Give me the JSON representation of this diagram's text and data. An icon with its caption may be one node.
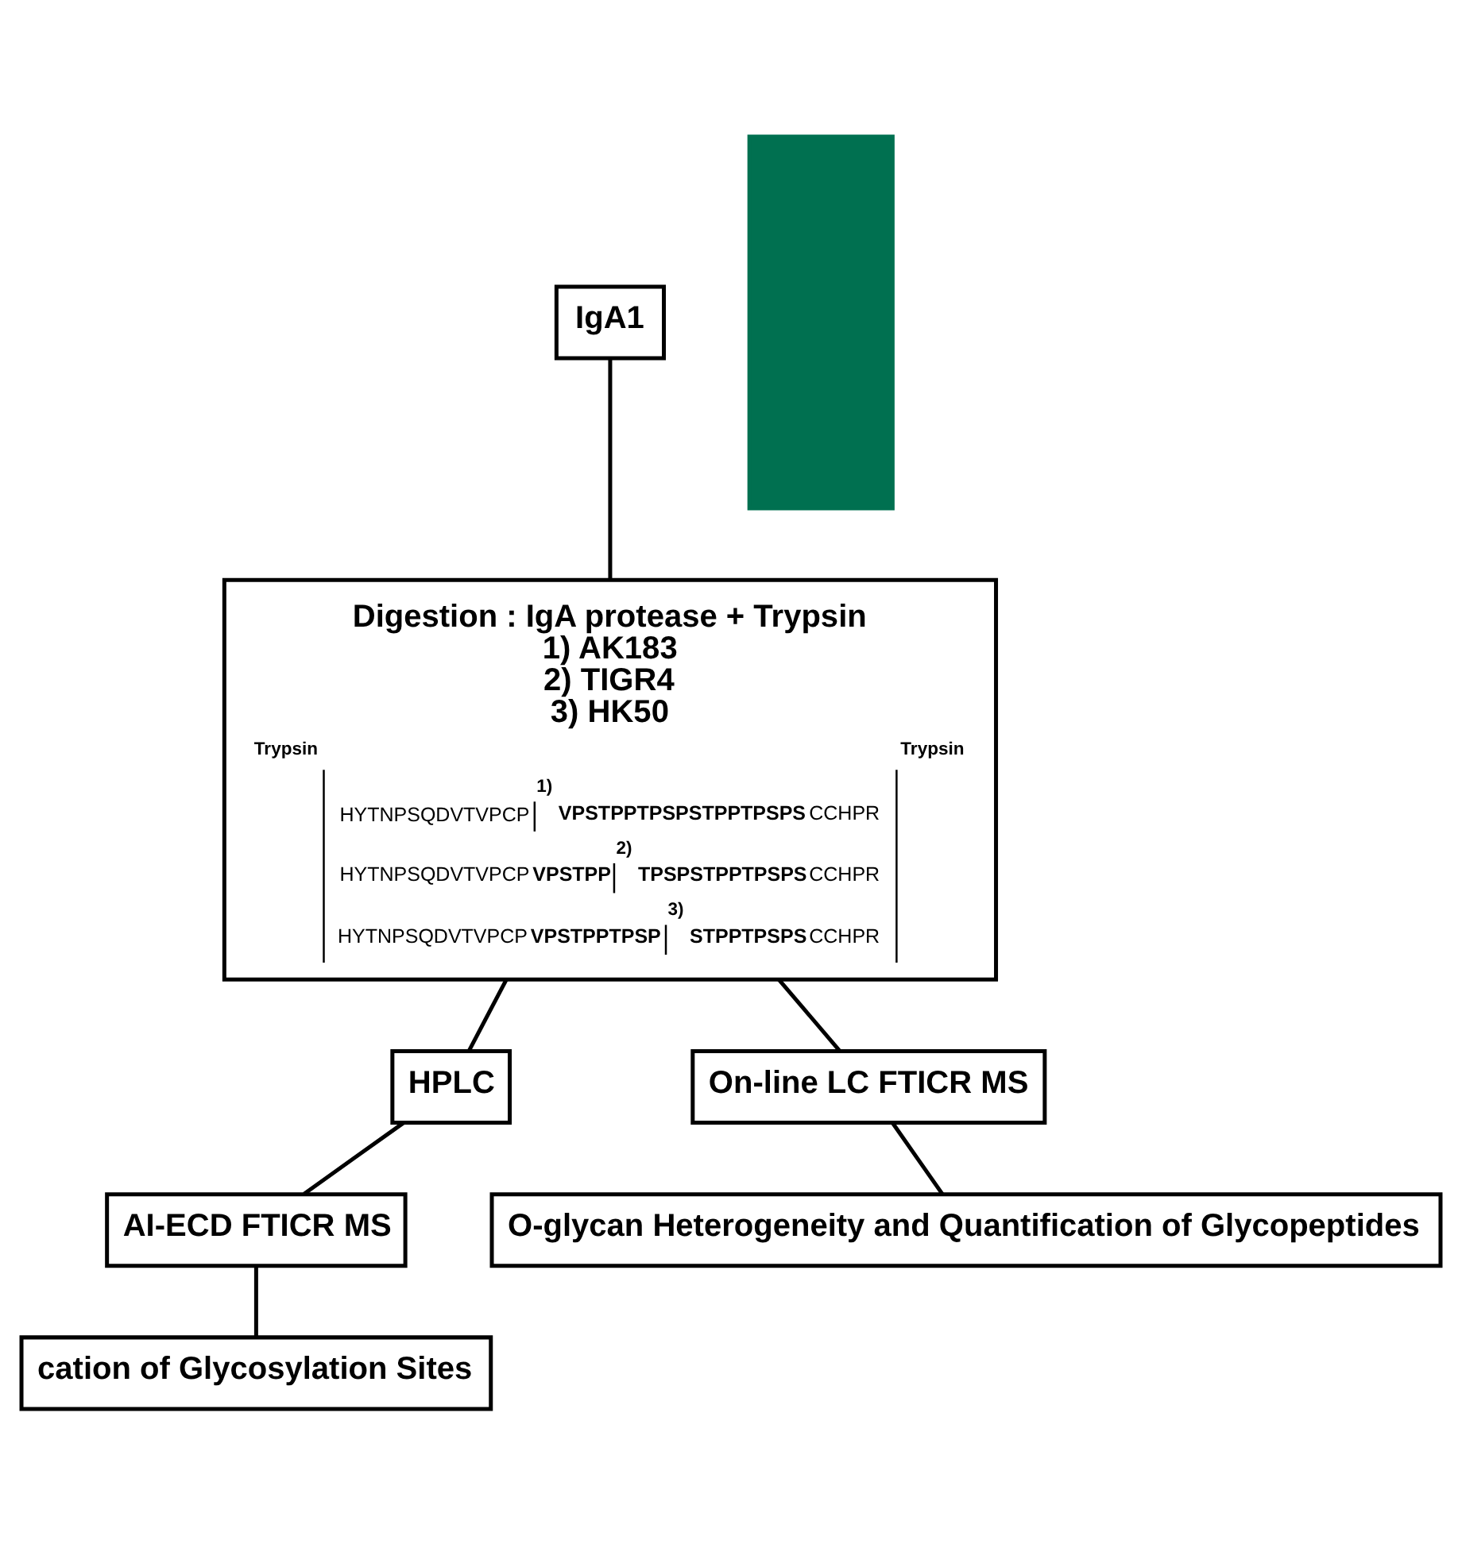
{
  "diagram": {
    "nodes": [
      {
        "text": [
          "IgA1"
        ]
      },
      {
        "text": [
          "Digestion : IgA protease + Trypsin",
          "1) AK183",
          "2) TIGR4",
          "3) HK50",
          "Trypsin",
          "1)",
          "Trypsin",
          "HYTNPSQDVTVPCP",
          "**VPSTPPTPSPSTPPTPSPS**CCHPR",
          "2)",
          "HYTNPSQDVTVPCP**VPSTPP**",
          "**TPSPSTPPTPSPS**CCHPR",
          "3)",
          "HYTNPSQDVTVPCP**VPSTPPTPSP**",
          "**STPPTPSPS**CCHPR"
        ]
      },
      {
        "text": [
          "HPLC"
        ]
      },
      {
        "text": [
          "On-line LC FTICR MS"
        ]
      },
      {
        "text": [
          "AI-ECD FTICR MS"
        ]
      },
      {
        "text": [
          "O-glycan Heterogeneity and Quantification of Glycopeptides"
        ]
      },
      {
        "text": [
          "cation of Glycosylation Sites"
        ]
      },
      {
        "text": [],
        "shape": "box"
      }
    ],
    "edges": [
      {
        "from": 0,
        "to": 1,
        "arrow": "none"
      },
      {
        "from": 1,
        "to": 2,
        "arrow": "none"
      },
      {
        "from": 1,
        "to": 3,
        "arrow": "none"
      },
      {
        "from": 2,
        "to": 4,
        "arrow": "none"
      },
      {
        "from": 3,
        "to": 5,
        "arrow": "none"
      },
      {
        "from": 4,
        "to": 6,
        "arrow": "none"
      }
    ]
  }
}
